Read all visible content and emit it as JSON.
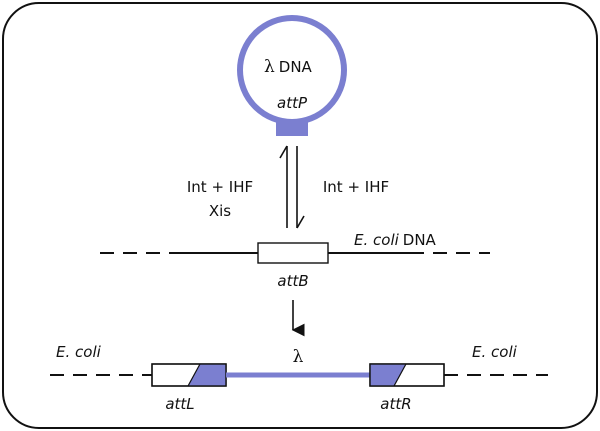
{
  "colors": {
    "accent": "#7b7fd0",
    "ink": "#111111",
    "frame": "#111111",
    "background": "#ffffff"
  },
  "phage": {
    "lambda_symbol": "λ",
    "dna_label": "DNA",
    "site": "attP"
  },
  "reactions": {
    "integration": "Int + IHF",
    "excision_line1": "Int + IHF",
    "excision_line2": "Xis"
  },
  "host": {
    "dna_label_italic": "E. coli",
    "dna_label_suffix": "DNA",
    "site": "attB"
  },
  "prophage": {
    "left_host": "E. coli",
    "right_host": "E. coli",
    "lambda_symbol": "λ",
    "left_site": "attL",
    "right_site": "attR"
  }
}
